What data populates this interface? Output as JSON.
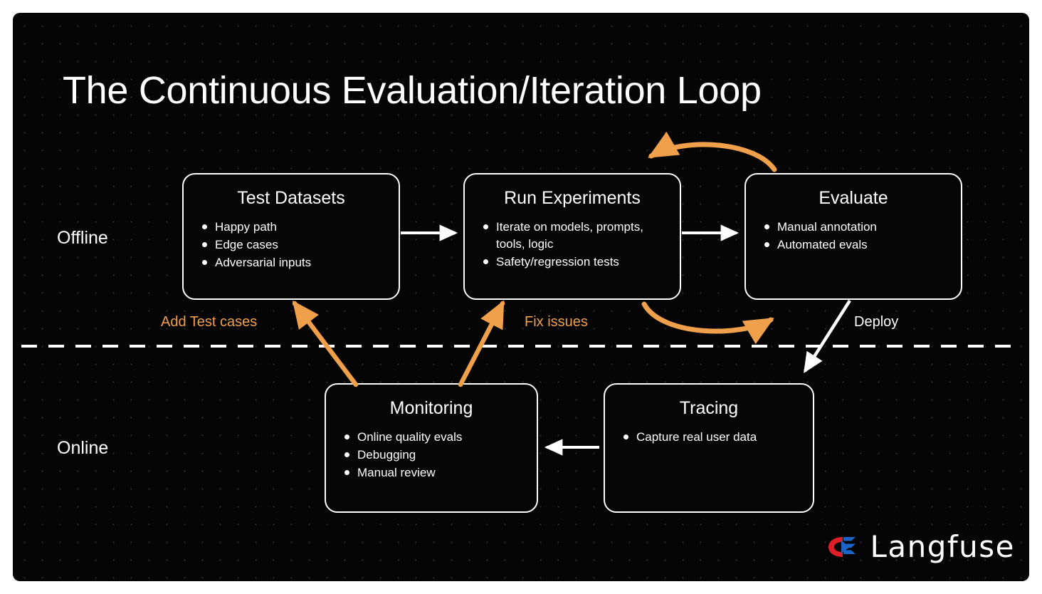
{
  "page": {
    "title": "The Continuous Evaluation/Iteration Loop",
    "background_color": "#050505",
    "accent_color": "#F0A04B",
    "line_color": "#ffffff"
  },
  "lanes": [
    {
      "id": "offline",
      "label": "Offline"
    },
    {
      "id": "online",
      "label": "Online"
    }
  ],
  "nodes": [
    {
      "id": "test-datasets",
      "title": "Test Datasets",
      "items": [
        "Happy path",
        "Edge cases",
        "Adversarial inputs"
      ]
    },
    {
      "id": "run-experiments",
      "title": "Run Experiments",
      "items": [
        "Iterate on models, prompts, tools, logic",
        "Safety/regression tests"
      ]
    },
    {
      "id": "evaluate",
      "title": "Evaluate",
      "items": [
        "Manual annotation",
        "Automated evals"
      ]
    },
    {
      "id": "monitoring",
      "title": "Monitoring",
      "items": [
        "Online quality evals",
        "Debugging",
        "Manual review"
      ]
    },
    {
      "id": "tracing",
      "title": "Tracing",
      "items": [
        "Capture real user data"
      ]
    }
  ],
  "edge_labels": [
    {
      "id": "add-test-cases",
      "text": "Add Test cases",
      "color": "#F0A04B"
    },
    {
      "id": "fix-issues",
      "text": "Fix issues",
      "color": "#F0A04B"
    },
    {
      "id": "deploy",
      "text": "Deploy",
      "color": "#ffffff"
    }
  ],
  "brand": {
    "name": "Langfuse",
    "logo_colors": {
      "red": "#E01E26",
      "blue": "#1C64C8"
    }
  }
}
